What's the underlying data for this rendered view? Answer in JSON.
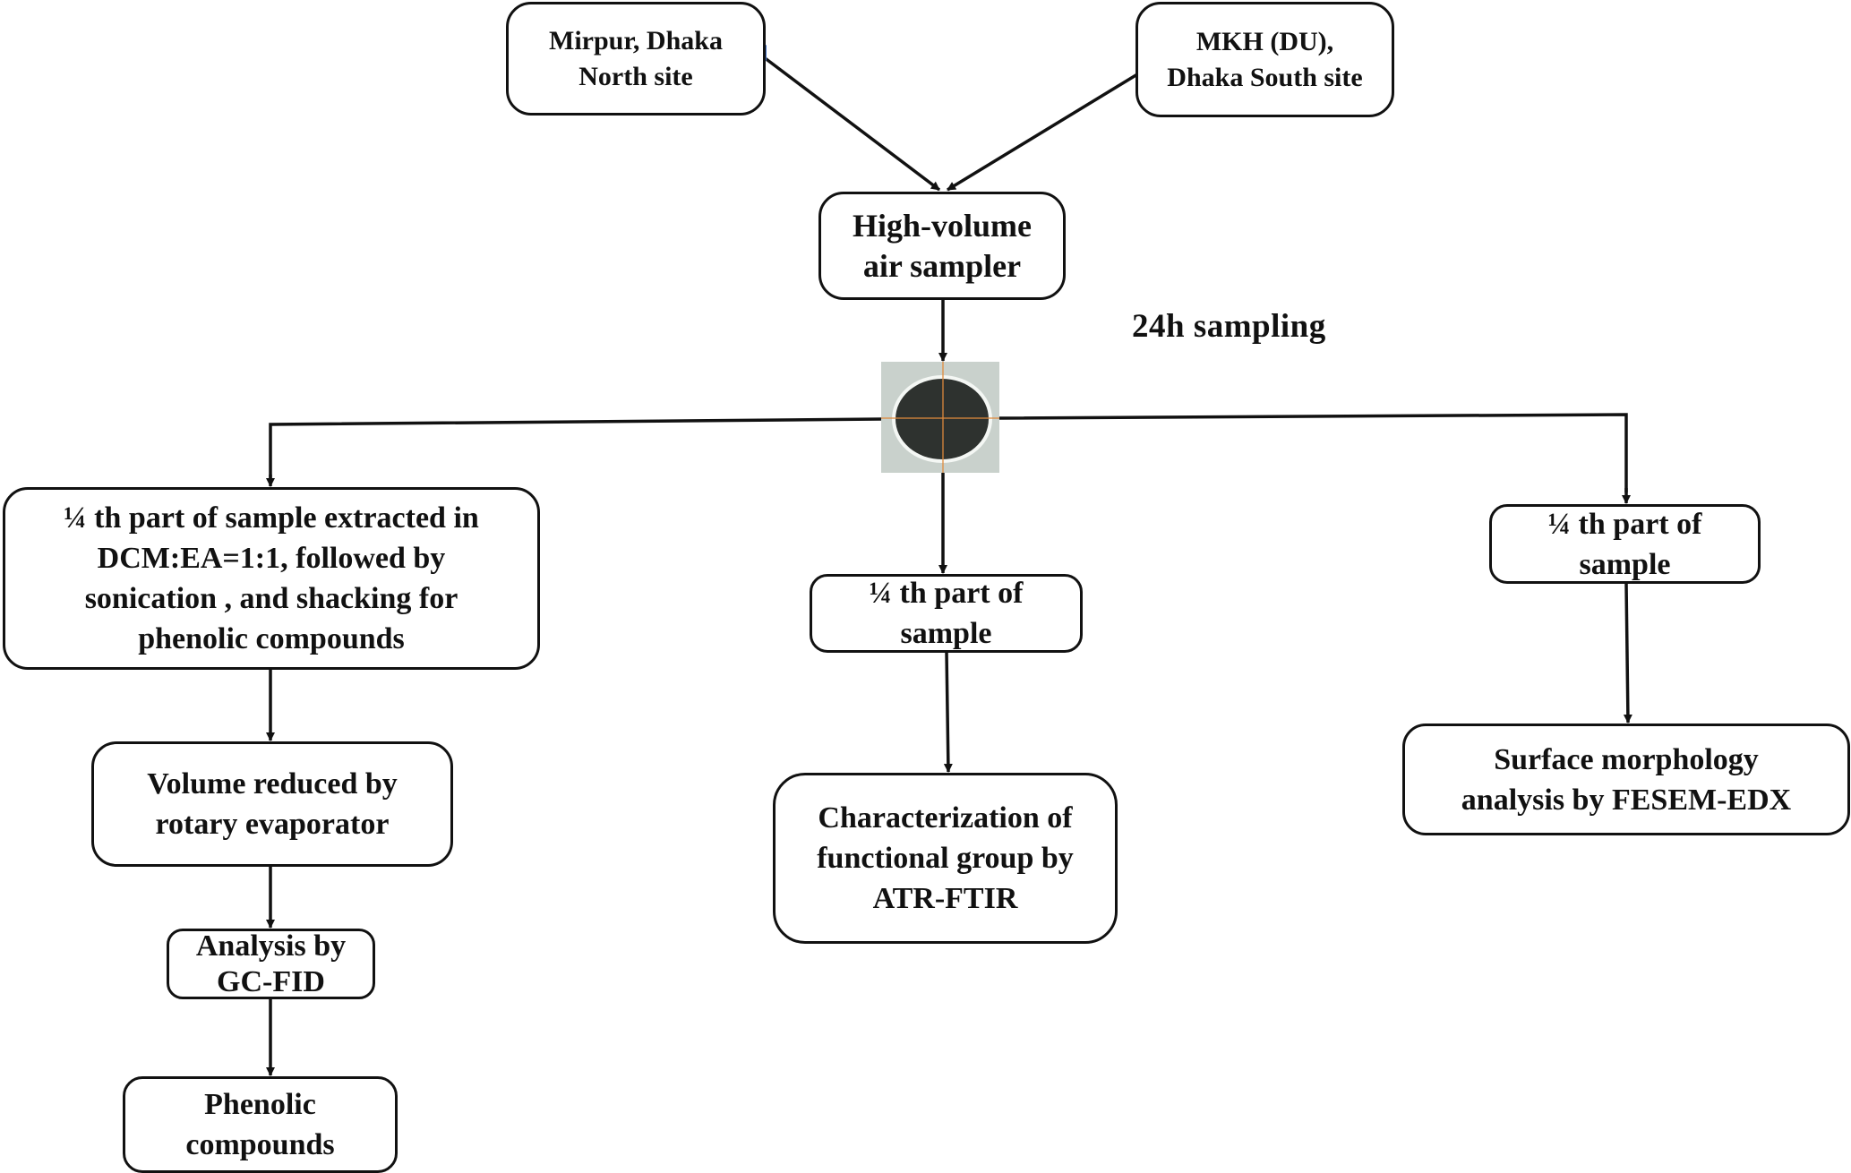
{
  "diagram": {
    "type": "flowchart",
    "sites": [
      {
        "id": "north",
        "label": "Mirpur, Dhaka\nNorth site"
      },
      {
        "id": "south",
        "label": "MKH (DU),\nDhaka South site"
      }
    ],
    "sampler": {
      "label": "High-volume\nair sampler"
    },
    "sampling_note": "24h sampling",
    "filter_image": {
      "description": "filter paper sample with crosshair",
      "crosshair_color": "#e08a3c"
    },
    "branches": {
      "left": {
        "extraction": "¼ th part of sample extracted in\nDCM:EA=1:1, followed by\nsonication , and shacking for\nphenolic compounds",
        "evaporation": "Volume reduced by\nrotary evaporator",
        "analysis": "Analysis by\nGC-FID",
        "result": "Phenolic\ncompounds"
      },
      "middle": {
        "portion": "¼ th part of\nsample",
        "analysis": "Characterization of\nfunctional group by\nATR-FTIR"
      },
      "right": {
        "portion": "¼ th part of\nsample",
        "analysis": "Surface morphology\nanalysis by FESEM-EDX"
      }
    },
    "colors": {
      "line": "#111111",
      "box_border": "#111111",
      "arrow_accent": "#4472c4",
      "filter_background": "#c9d1cc",
      "filter_dark": "#2e322f"
    }
  }
}
